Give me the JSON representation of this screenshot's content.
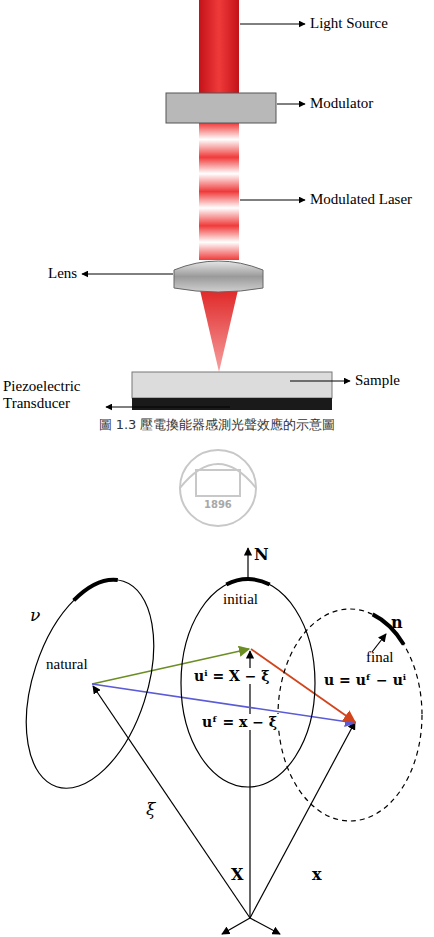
{
  "diagram": {
    "caption": "圖 1.3 壓電換能器感測光聲效應的示意圖",
    "nodes": [
      {
        "text": [
          "natural"
        ]
      },
      {
        "text": [
          "initial"
        ]
      },
      {
        "text": [
          "final"
        ]
      }
    ],
    "labels": [
      "Light Source",
      "Modulator",
      "Modulated Laser",
      "Lens",
      "Sample",
      "Piezoelectric Transducer",
      "1896",
      "ν",
      "N",
      "n",
      "uⁱ = X − ξ",
      "u = uᶠ − uⁱ",
      "uᶠ = x − ξ",
      "X",
      "x",
      "ξ"
    ]
  }
}
